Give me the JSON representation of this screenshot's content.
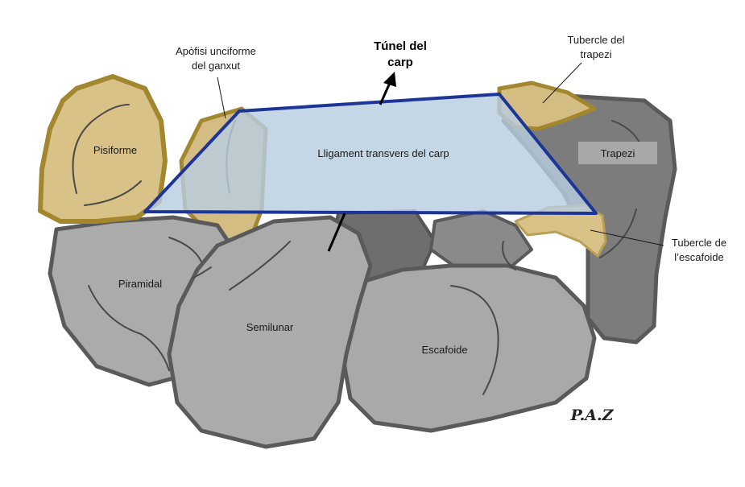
{
  "labels": {
    "tunnel_line1": "Túnel del",
    "tunnel_line2": "carp",
    "hamulus_line1": "Apòfisi unciforme",
    "hamulus_line2": "del ganxut",
    "trapezium_tubercle_line1": "Tubercle del",
    "trapezium_tubercle_line2": "trapezi",
    "scaphoid_tubercle_line1": "Tubercle de",
    "scaphoid_tubercle_line2": "l’escafoide",
    "pisiform": "Pisiforme",
    "ligament": "Lligament transvers del carp",
    "trapezium": "Trapezi",
    "triquetrum": "Piramidal",
    "lunate": "Semilunar",
    "scaphoid": "Escafoide"
  },
  "signature": "P.A.Z",
  "colors": {
    "bone_light": "#a9a9a9",
    "bone_mid": "#8f8f8f",
    "bone_dark": "#6e6e6e",
    "bone_outline": "#5a5a5a",
    "tubercle_fill": "#d9c287",
    "tubercle_outline": "#a3872e",
    "ligament_fill": "#b8cde0",
    "ligament_outline": "#1c3596",
    "trapezium_box": "#a8a8a8"
  }
}
